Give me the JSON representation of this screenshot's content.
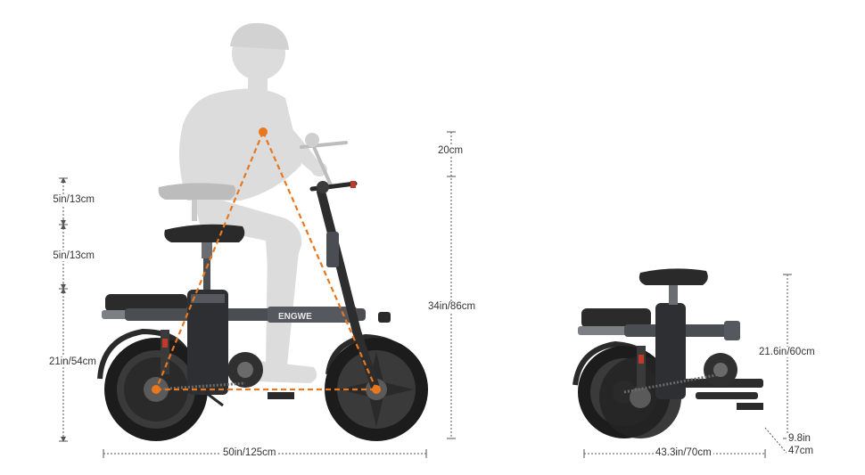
{
  "dimensions": {
    "seat_adjust_upper": "5in/13cm",
    "seat_adjust_lower": "5in/13cm",
    "seat_height": "21in/54cm",
    "wheelbase_length": "50in/125cm",
    "handlebar_adjust": "20cm",
    "total_height": "34in/86cm",
    "folded_height": "21.6in/60cm",
    "folded_length": "43.3in/70cm",
    "folded_width_in": "9.8in",
    "folded_width_cm": "47cm"
  },
  "brand": {
    "frame_text": "ENGWE"
  },
  "colors": {
    "frame": "#4a4d52",
    "frame_light": "#8a8d92",
    "tire": "#1c1c1c",
    "rider_silhouette": "#d9d9d9",
    "ergonomic_lines": "#e8771e",
    "dimension_lines": "#555555"
  },
  "icons": {
    "rider": "rider-silhouette",
    "bike": "electric-bike",
    "folded_bike": "folded-electric-bike"
  }
}
